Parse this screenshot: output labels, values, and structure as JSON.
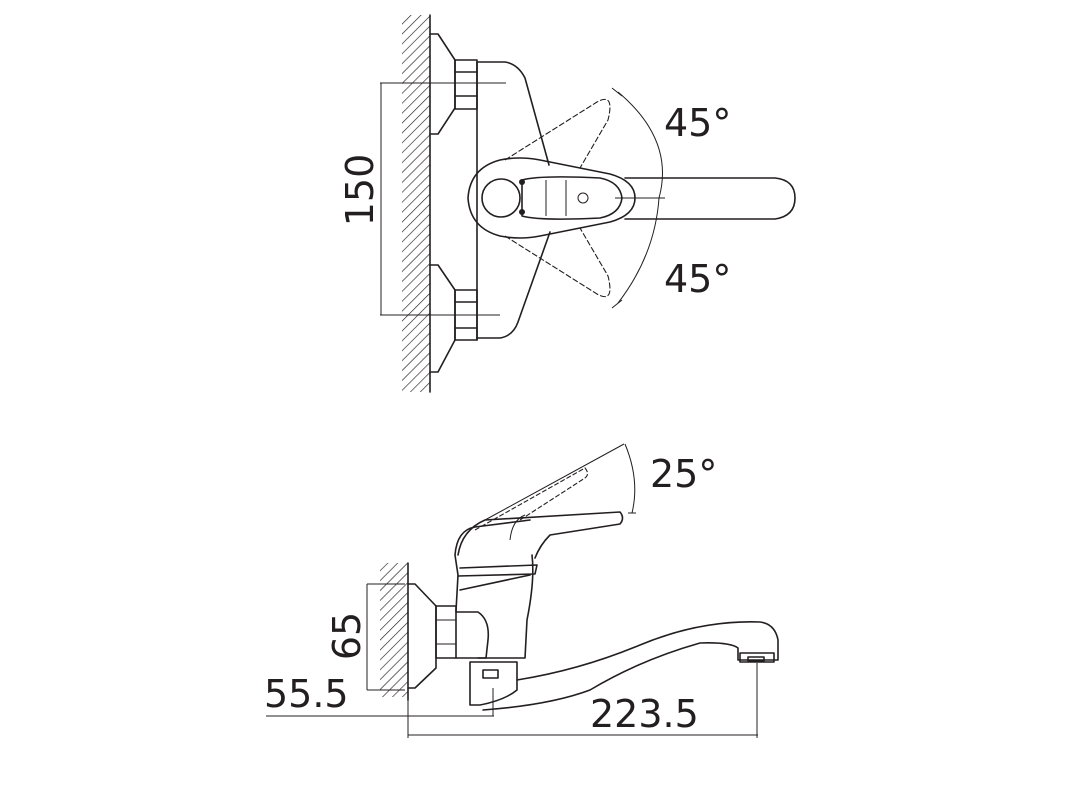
{
  "drawing": {
    "top_view": {
      "dimension_spacing": "150",
      "angle_upper": "45°",
      "angle_lower": "45°"
    },
    "side_view": {
      "dimension_height": "65",
      "dimension_offset": "55.5",
      "dimension_reach": "223.5",
      "angle_lever": "25°"
    },
    "colors": {
      "line": "#231f20",
      "background": "#ffffff"
    }
  }
}
